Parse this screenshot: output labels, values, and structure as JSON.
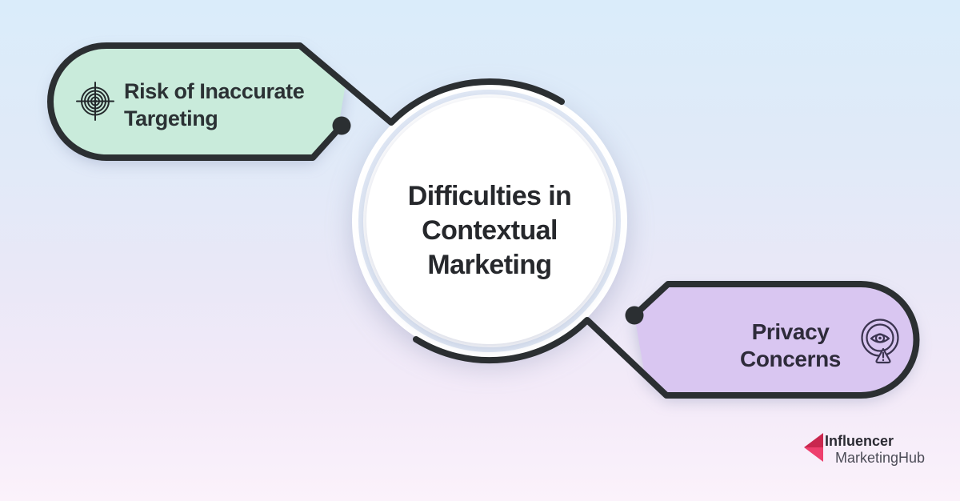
{
  "title": "Difficulties in Contextual Marketing",
  "center_node": {
    "lines": [
      "Difficulties in",
      "Contextual",
      "Marketing"
    ],
    "fill": "#ffffff"
  },
  "nodes": [
    {
      "id": "risk-of-inaccurate-targeting",
      "lines": [
        "Risk of Inaccurate",
        "Targeting"
      ],
      "fill": "#c9ebdb",
      "icon": "target-icon",
      "position": "top-left"
    },
    {
      "id": "privacy-concerns",
      "lines": [
        "Privacy",
        "Concerns"
      ],
      "fill": "#d9c6f1",
      "icon": "eye-warning-icon",
      "position": "bottom-right"
    }
  ],
  "branding": {
    "lines": [
      "Influencer",
      "MarketingHub"
    ],
    "icon": "play-left-logo-icon",
    "accent_dark": "#c9274e",
    "accent_light": "#ee3f6d"
  },
  "colors": {
    "outline": "#2b2f32",
    "text": "#26282c",
    "background_top": "#daecfa",
    "background_bottom": "#fbf2fb",
    "circle_gap_ring": "#dfe7f4"
  }
}
